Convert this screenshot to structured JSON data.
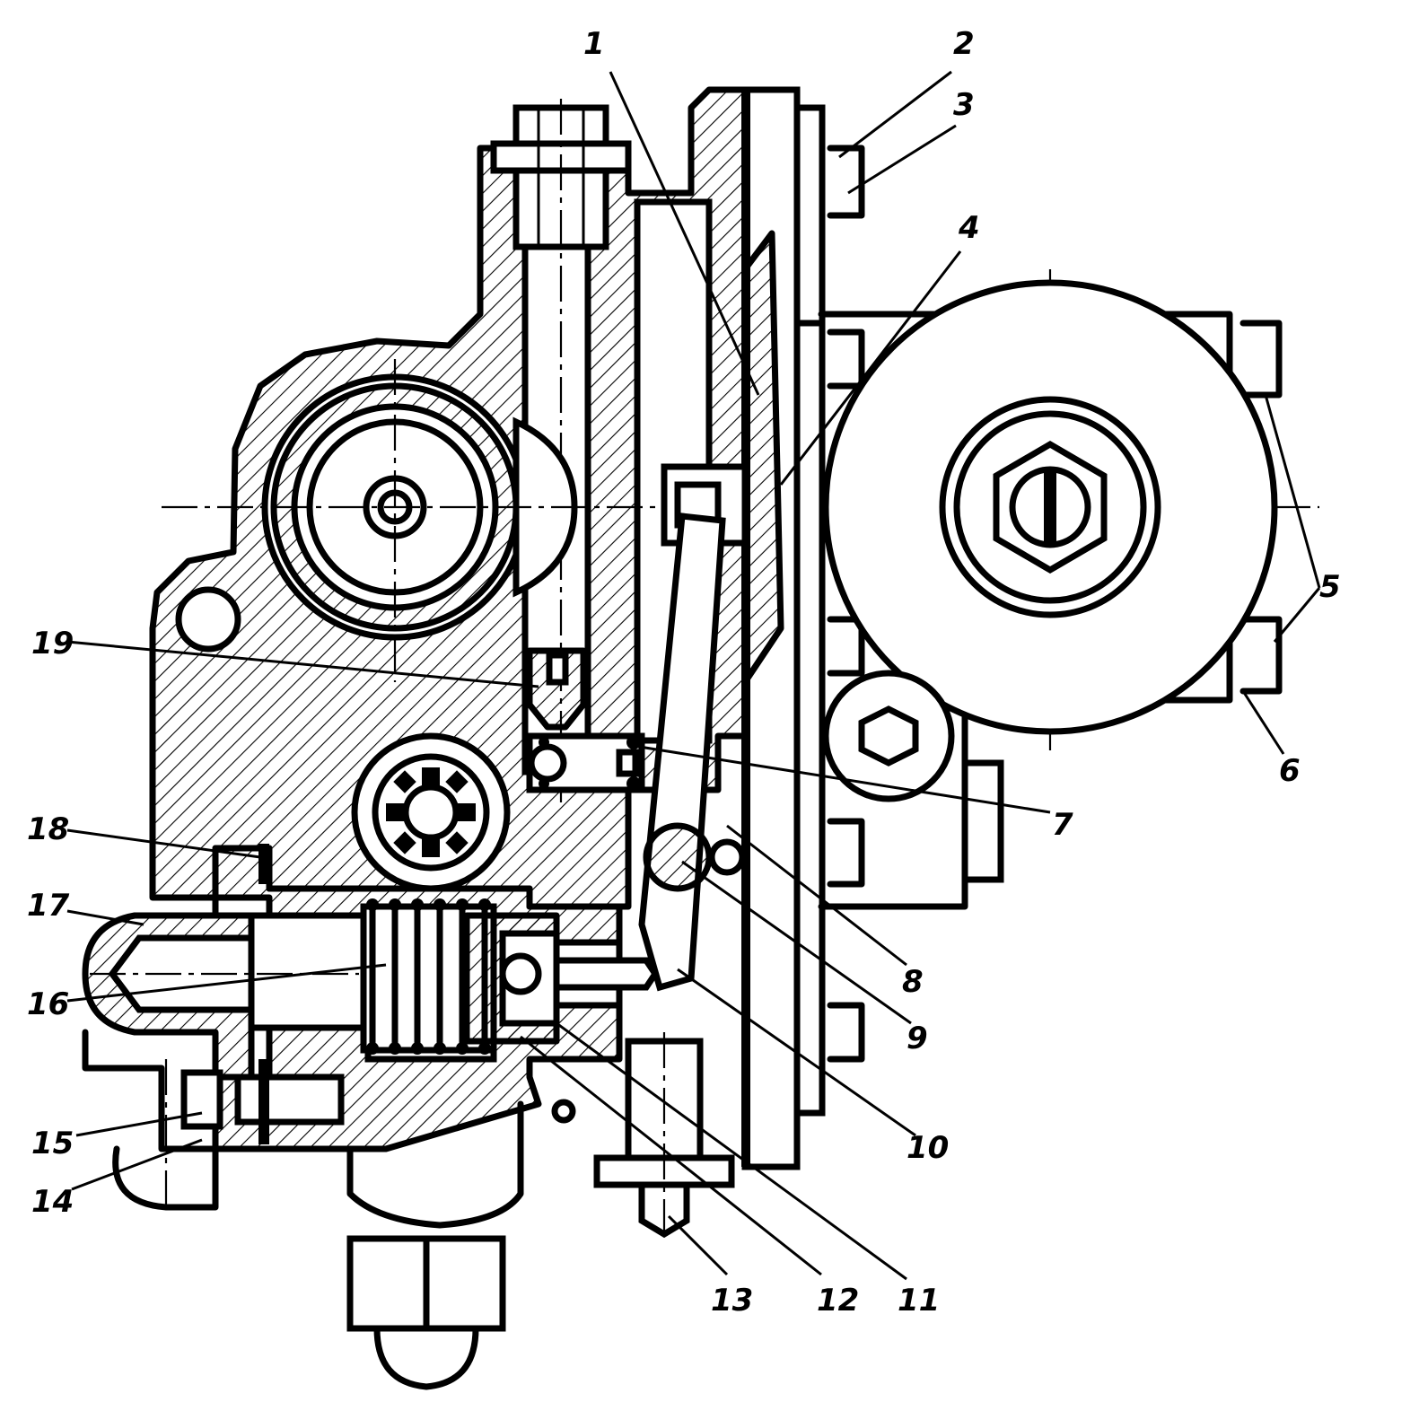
{
  "figure": {
    "callouts": [
      {
        "id": "c1",
        "text": "1"
      },
      {
        "id": "c2",
        "text": "2"
      },
      {
        "id": "c3",
        "text": "3"
      },
      {
        "id": "c4",
        "text": "4"
      },
      {
        "id": "c5",
        "text": "5"
      },
      {
        "id": "c6",
        "text": "6"
      },
      {
        "id": "c7",
        "text": "7"
      },
      {
        "id": "c8",
        "text": "8"
      },
      {
        "id": "c9",
        "text": "9"
      },
      {
        "id": "c10",
        "text": "10"
      },
      {
        "id": "c11",
        "text": "11"
      },
      {
        "id": "c12",
        "text": "12"
      },
      {
        "id": "c13",
        "text": "13"
      },
      {
        "id": "c14",
        "text": "14"
      },
      {
        "id": "c15",
        "text": "15"
      },
      {
        "id": "c16",
        "text": "16"
      },
      {
        "id": "c17",
        "text": "17"
      },
      {
        "id": "c18",
        "text": "18"
      },
      {
        "id": "c19",
        "text": "19"
      }
    ]
  },
  "colors": {
    "ink": "#000000",
    "paper": "#ffffff"
  }
}
